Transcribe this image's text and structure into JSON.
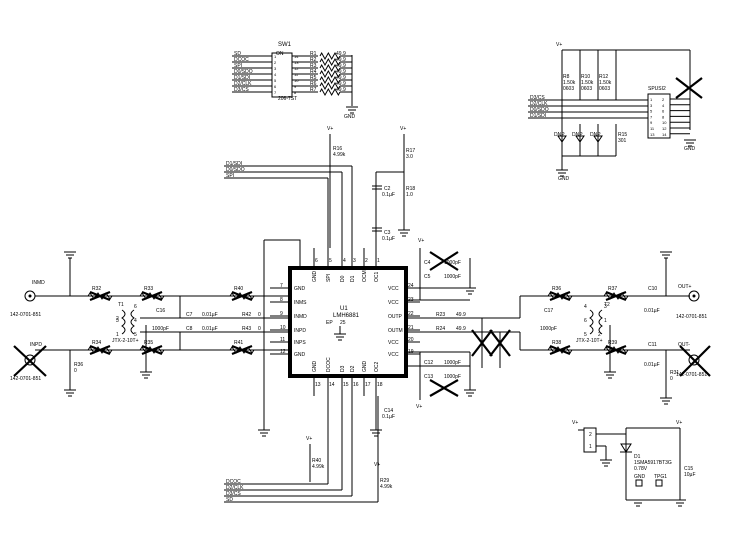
{
  "ic": {
    "ref": "U1",
    "part": "LMH6881",
    "ep_label": "EP",
    "ep_pin": "25",
    "top_pins": [
      {
        "num": "6",
        "name": "GND"
      },
      {
        "num": "5",
        "name": "SPI"
      },
      {
        "num": "4",
        "name": "D0"
      },
      {
        "num": "3",
        "name": "D1"
      },
      {
        "num": "2",
        "name": "OCM"
      },
      {
        "num": "1",
        "name": "OC1"
      }
    ],
    "bottom_pins": [
      {
        "num": "13",
        "name": "GND"
      },
      {
        "num": "14",
        "name": "DCOC"
      },
      {
        "num": "15",
        "name": "D3"
      },
      {
        "num": "16",
        "name": "D2"
      },
      {
        "num": "17",
        "name": "GND"
      },
      {
        "num": "18",
        "name": "OC2"
      }
    ],
    "left_pins": [
      {
        "num": "7",
        "name": "GND"
      },
      {
        "num": "8",
        "name": "INMS"
      },
      {
        "num": "9",
        "name": "INMD"
      },
      {
        "num": "10",
        "name": "INPD"
      },
      {
        "num": "11",
        "name": "INPS"
      },
      {
        "num": "12",
        "name": "GND"
      }
    ],
    "right_pins": [
      {
        "num": "24",
        "name": "VCC"
      },
      {
        "num": "23",
        "name": "VCC"
      },
      {
        "num": "22",
        "name": "OUTP"
      },
      {
        "num": "21",
        "name": "OUTM"
      },
      {
        "num": "20",
        "name": "VCC"
      },
      {
        "num": "19",
        "name": "VCC"
      }
    ]
  },
  "switch": {
    "ref": "SW1",
    "part": "206-7ST",
    "on_label": "ON",
    "rows": [
      {
        "net": "SD",
        "a": "1",
        "b": "14",
        "res": "R1",
        "val": "49.9"
      },
      {
        "net": "DCOC",
        "a": "2",
        "b": "13",
        "res": "R2",
        "val": "49.9"
      },
      {
        "net": "SPI",
        "a": "3",
        "b": "12",
        "res": "R3",
        "val": "49.9"
      },
      {
        "net": "D0/SDO",
        "a": "4",
        "b": "11",
        "res": "R4",
        "val": "49.9"
      },
      {
        "net": "D1/SDI",
        "a": "5",
        "b": "10",
        "res": "R5",
        "val": "49.9"
      },
      {
        "net": "D2/CLK",
        "a": "6",
        "b": "9",
        "res": "R6",
        "val": "49.9"
      },
      {
        "net": "D3/CS",
        "a": "7",
        "b": "8",
        "res": "R7",
        "val": "49.9"
      }
    ],
    "gnd": "GND"
  },
  "spi_header": {
    "ref": "SPUSI2",
    "nets": [
      "D3/CS",
      "D2/CLK",
      "D0/SDO",
      "D1/SDI"
    ],
    "pins": [
      [
        "1",
        "2"
      ],
      [
        "3",
        "4"
      ],
      [
        "5",
        "6"
      ],
      [
        "7",
        "8"
      ],
      [
        "9",
        "10"
      ],
      [
        "11",
        "12"
      ],
      [
        "13",
        "14"
      ]
    ],
    "resistors": [
      {
        "ref": "R8",
        "val": "1.50k",
        "pkg": "0603"
      },
      {
        "ref": "R10",
        "val": "1.50k",
        "pkg": "0603"
      },
      {
        "ref": "R12",
        "val": "1.50k",
        "pkg": "0603"
      }
    ],
    "r15": {
      "ref": "R15",
      "val": "301"
    },
    "dnp": "DNP",
    "vplus": "V+",
    "gnd": "GND"
  },
  "input": {
    "inmd": "INMD",
    "inpd": "INPD",
    "conn_ref": "142-0701-851",
    "t1_ref": "T1",
    "t1_part": "JTX-2-10T+",
    "t1_pins": [
      "6",
      "4",
      "5",
      "2",
      "3",
      "1"
    ],
    "c16": {
      "ref": "C16",
      "val": "1000pF"
    },
    "c7": {
      "ref": "C7",
      "val": "0.01µF"
    },
    "c8": {
      "ref": "C8",
      "val": "0.01µF"
    },
    "r42": {
      "ref": "R42",
      "val": "0"
    },
    "r43": {
      "ref": "R43",
      "val": "0"
    },
    "r36": {
      "ref": "R36",
      "val": "0"
    },
    "dnp_parts": [
      "R32",
      "R33",
      "R34",
      "R35",
      "R40",
      "R41"
    ]
  },
  "output": {
    "outp": "OUT+",
    "outm": "OUT-",
    "conn_ref": "142-0701-851",
    "t2_ref": "T2",
    "t2_part": "JTX-2-10T+",
    "t2_pins": [
      "4",
      "6",
      "3",
      "1",
      "2",
      "5"
    ],
    "r23": {
      "ref": "R23",
      "val": "49.9"
    },
    "r24": {
      "ref": "R24",
      "val": "49.9"
    },
    "c17": {
      "ref": "C17",
      "val": "1000pF"
    },
    "c10": {
      "ref": "C10",
      "val": "0.01µF"
    },
    "c11": {
      "ref": "C11",
      "val": "0.01µF"
    },
    "r31": {
      "ref": "R31",
      "val": "0"
    },
    "dnp_parts": [
      "R36",
      "R37",
      "R38",
      "R39"
    ]
  },
  "supply": {
    "r16": {
      "ref": "R16",
      "val": "4.99k"
    },
    "r17": {
      "ref": "R17",
      "val": "3.0"
    },
    "r18": {
      "ref": "R18",
      "val": "1.0"
    },
    "c2": {
      "ref": "C2",
      "val": "0.1µF"
    },
    "c3": {
      "ref": "C3",
      "val": "0.1µF"
    },
    "c4": {
      "ref": "C4",
      "val": "1000pF"
    },
    "c5": {
      "ref": "C5",
      "val": "1000pF"
    },
    "c12": {
      "ref": "C12",
      "val": "1000pF"
    },
    "c13": {
      "ref": "C13",
      "val": "1000pF"
    },
    "c14": {
      "ref": "C14",
      "val": "0.1µF"
    },
    "r40": {
      "ref": "R40",
      "val": "4.99k"
    },
    "r29": {
      "ref": "R29",
      "val": "4.99k"
    },
    "top_nets": [
      "D1/SDI",
      "D0/SDO",
      "SPI"
    ],
    "bottom_nets": [
      "DCOC",
      "D2/CLK",
      "D3/CS",
      "SD"
    ]
  },
  "power": {
    "d1_ref": "D1",
    "d1_part": "1SMA5917BT3G",
    "d1_val": "0.78V",
    "c15": {
      "ref": "C15",
      "val": "10µF"
    },
    "gnd_tp": "GND",
    "tpg": "TPG1",
    "header_pins": [
      "2",
      "1"
    ],
    "vplus": "V+",
    "gnd": "GND"
  }
}
